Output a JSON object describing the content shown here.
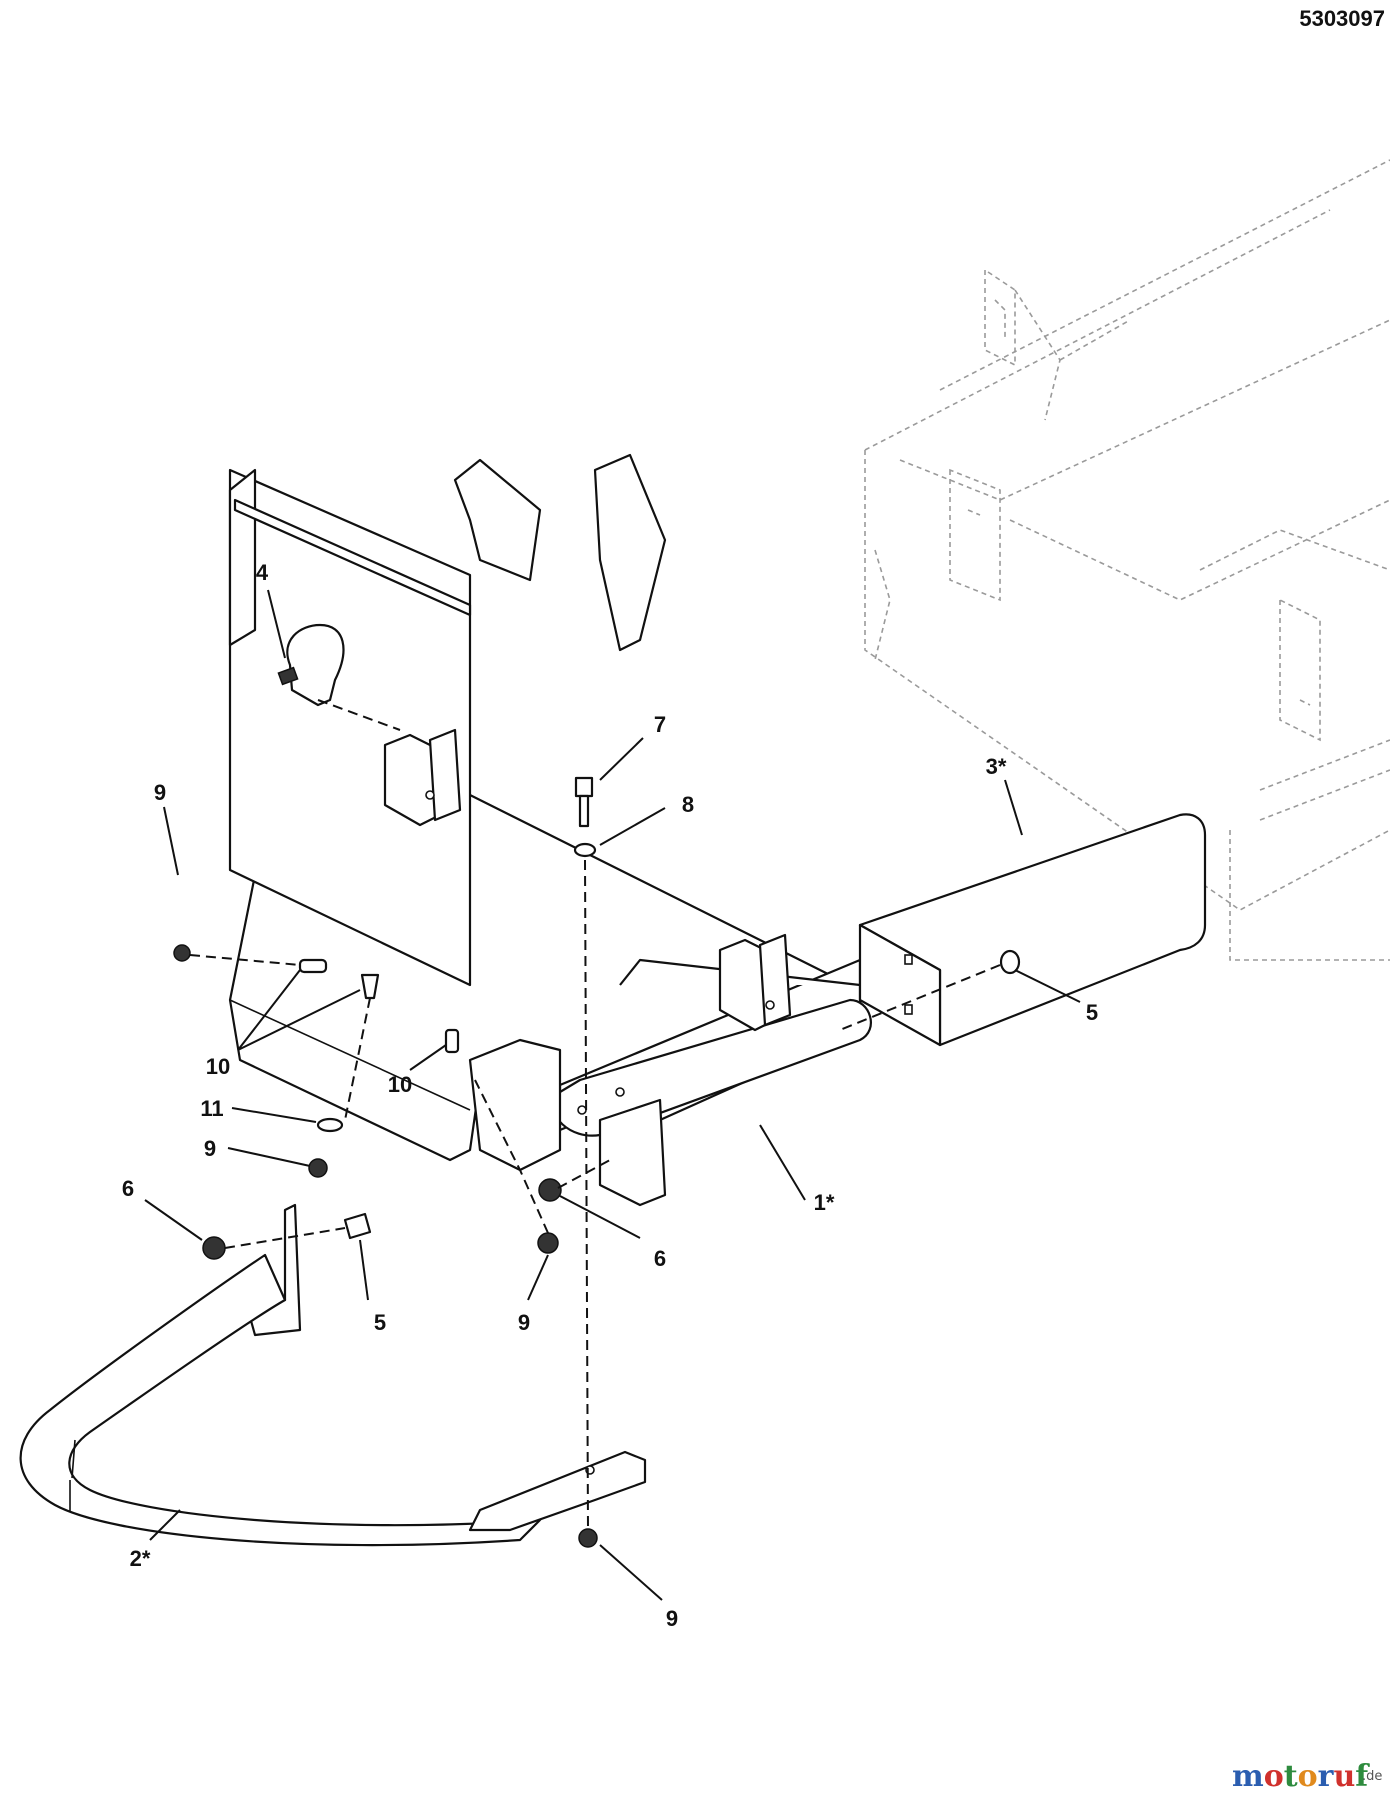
{
  "document_number": "5303097",
  "callouts": [
    {
      "id": "c-4",
      "label": "4"
    },
    {
      "id": "c-7",
      "label": "7"
    },
    {
      "id": "c-8",
      "label": "8"
    },
    {
      "id": "c-9a",
      "label": "9"
    },
    {
      "id": "c-3",
      "label": "3*"
    },
    {
      "id": "c-5a",
      "label": "5"
    },
    {
      "id": "c-10a",
      "label": "10"
    },
    {
      "id": "c-10b",
      "label": "10"
    },
    {
      "id": "c-11",
      "label": "11"
    },
    {
      "id": "c-9b",
      "label": "9"
    },
    {
      "id": "c-1",
      "label": "1*"
    },
    {
      "id": "c-6a",
      "label": "6"
    },
    {
      "id": "c-6b",
      "label": "6"
    },
    {
      "id": "c-5b",
      "label": "5"
    },
    {
      "id": "c-9c",
      "label": "9"
    },
    {
      "id": "c-2",
      "label": "2*"
    },
    {
      "id": "c-9d",
      "label": "9"
    }
  ],
  "watermark": {
    "brand": "motoruf",
    "tld": ".de"
  },
  "colors": {
    "ink": "#111111",
    "ghost": "#9a9a9a",
    "wm_blue": "#2a5db0",
    "wm_red": "#d0312d",
    "wm_green": "#2e8b3e",
    "wm_orange": "#e08a1e"
  }
}
